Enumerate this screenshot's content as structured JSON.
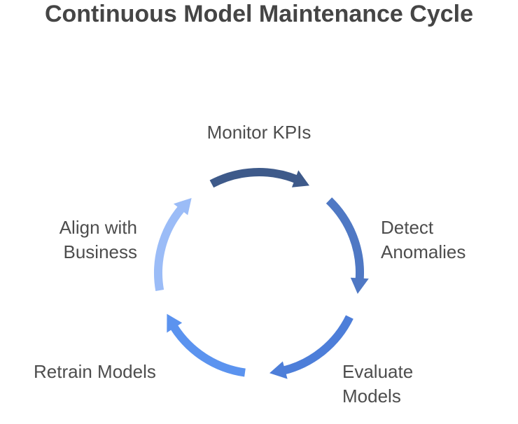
{
  "title": "Continuous Model Maintenance Cycle",
  "steps": [
    {
      "lines": [
        "Monitor KPIs"
      ],
      "color": "#3e5a8a"
    },
    {
      "lines": [
        "Detect",
        "Anomalies"
      ],
      "color": "#4f78c4"
    },
    {
      "lines": [
        "Evaluate",
        "Models"
      ],
      "color": "#4d7ed9"
    },
    {
      "lines": [
        "Retrain Models"
      ],
      "color": "#5b93ef"
    },
    {
      "lines": [
        "Align with",
        "Business"
      ],
      "color": "#9bbcf7"
    }
  ]
}
